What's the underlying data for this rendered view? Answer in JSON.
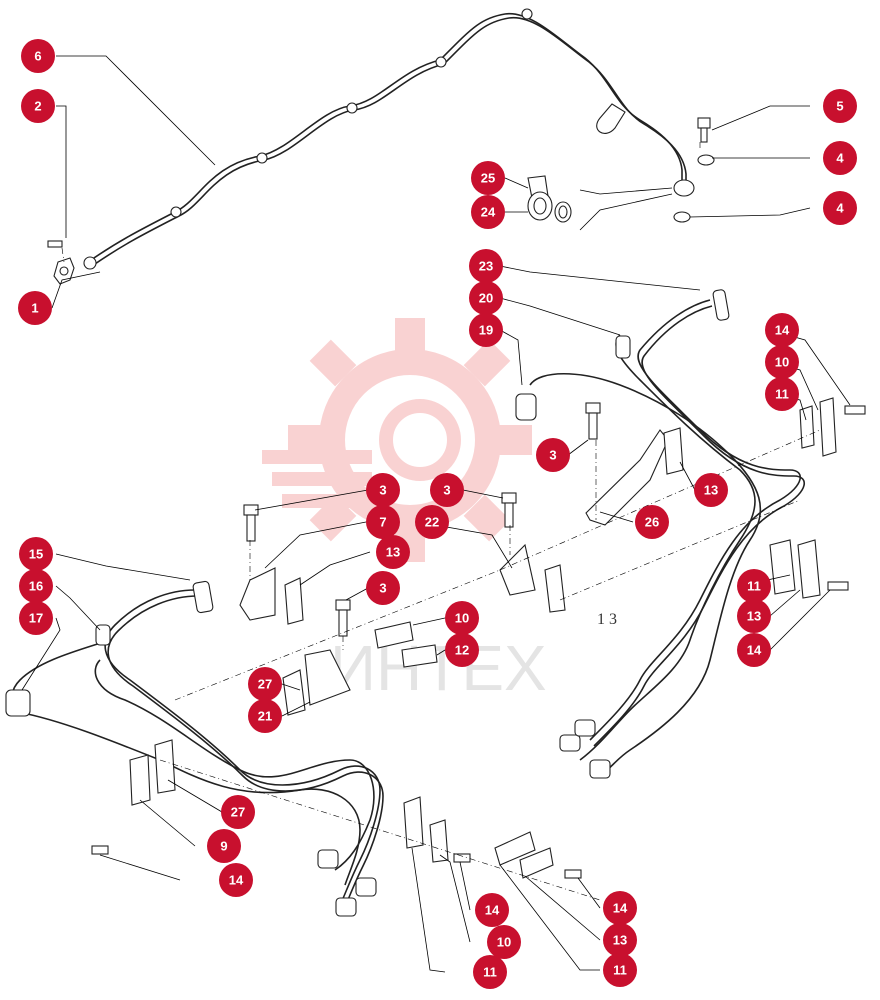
{
  "colors": {
    "callout": "#c8102e",
    "callout_text": "#ffffff",
    "line": "#000000",
    "watermark": "#f2a0a0"
  },
  "watermark_text": "ИНТЕХ",
  "callouts": [
    {
      "id": "c-6",
      "label": "6"
    },
    {
      "id": "c-2",
      "label": "2"
    },
    {
      "id": "c-1",
      "label": "1"
    },
    {
      "id": "c-25",
      "label": "25"
    },
    {
      "id": "c-24",
      "label": "24"
    },
    {
      "id": "c-5",
      "label": "5"
    },
    {
      "id": "c-4a",
      "label": "4"
    },
    {
      "id": "c-4b",
      "label": "4"
    },
    {
      "id": "c-23",
      "label": "23"
    },
    {
      "id": "c-20",
      "label": "20"
    },
    {
      "id": "c-19",
      "label": "19"
    },
    {
      "id": "c-14a",
      "label": "14"
    },
    {
      "id": "c-10a",
      "label": "10"
    },
    {
      "id": "c-11a",
      "label": "11"
    },
    {
      "id": "c-3a",
      "label": "3"
    },
    {
      "id": "c-13a",
      "label": "13"
    },
    {
      "id": "c-26",
      "label": "26"
    },
    {
      "id": "c-3b",
      "label": "3"
    },
    {
      "id": "c-3c",
      "label": "3"
    },
    {
      "id": "c-22",
      "label": "22"
    },
    {
      "id": "c-7",
      "label": "7"
    },
    {
      "id": "c-13b",
      "label": "13"
    },
    {
      "id": "c-3d",
      "label": "3"
    },
    {
      "id": "c-15",
      "label": "15"
    },
    {
      "id": "c-16",
      "label": "16"
    },
    {
      "id": "c-17",
      "label": "17"
    },
    {
      "id": "c-10b",
      "label": "10"
    },
    {
      "id": "c-12",
      "label": "12"
    },
    {
      "id": "c-27a",
      "label": "27"
    },
    {
      "id": "c-21",
      "label": "21"
    },
    {
      "id": "c-11b",
      "label": "11"
    },
    {
      "id": "c-13c",
      "label": "13"
    },
    {
      "id": "c-14b",
      "label": "14"
    },
    {
      "id": "c-27b",
      "label": "27"
    },
    {
      "id": "c-9",
      "label": "9"
    },
    {
      "id": "c-14c",
      "label": "14"
    },
    {
      "id": "c-14d",
      "label": "14"
    },
    {
      "id": "c-10c",
      "label": "10"
    },
    {
      "id": "c-11c",
      "label": "11"
    },
    {
      "id": "c-14e",
      "label": "14"
    },
    {
      "id": "c-13d",
      "label": "13"
    },
    {
      "id": "c-11d",
      "label": "11"
    }
  ],
  "ghost_labels": [
    {
      "id": "g-1",
      "text": "1 3"
    }
  ]
}
